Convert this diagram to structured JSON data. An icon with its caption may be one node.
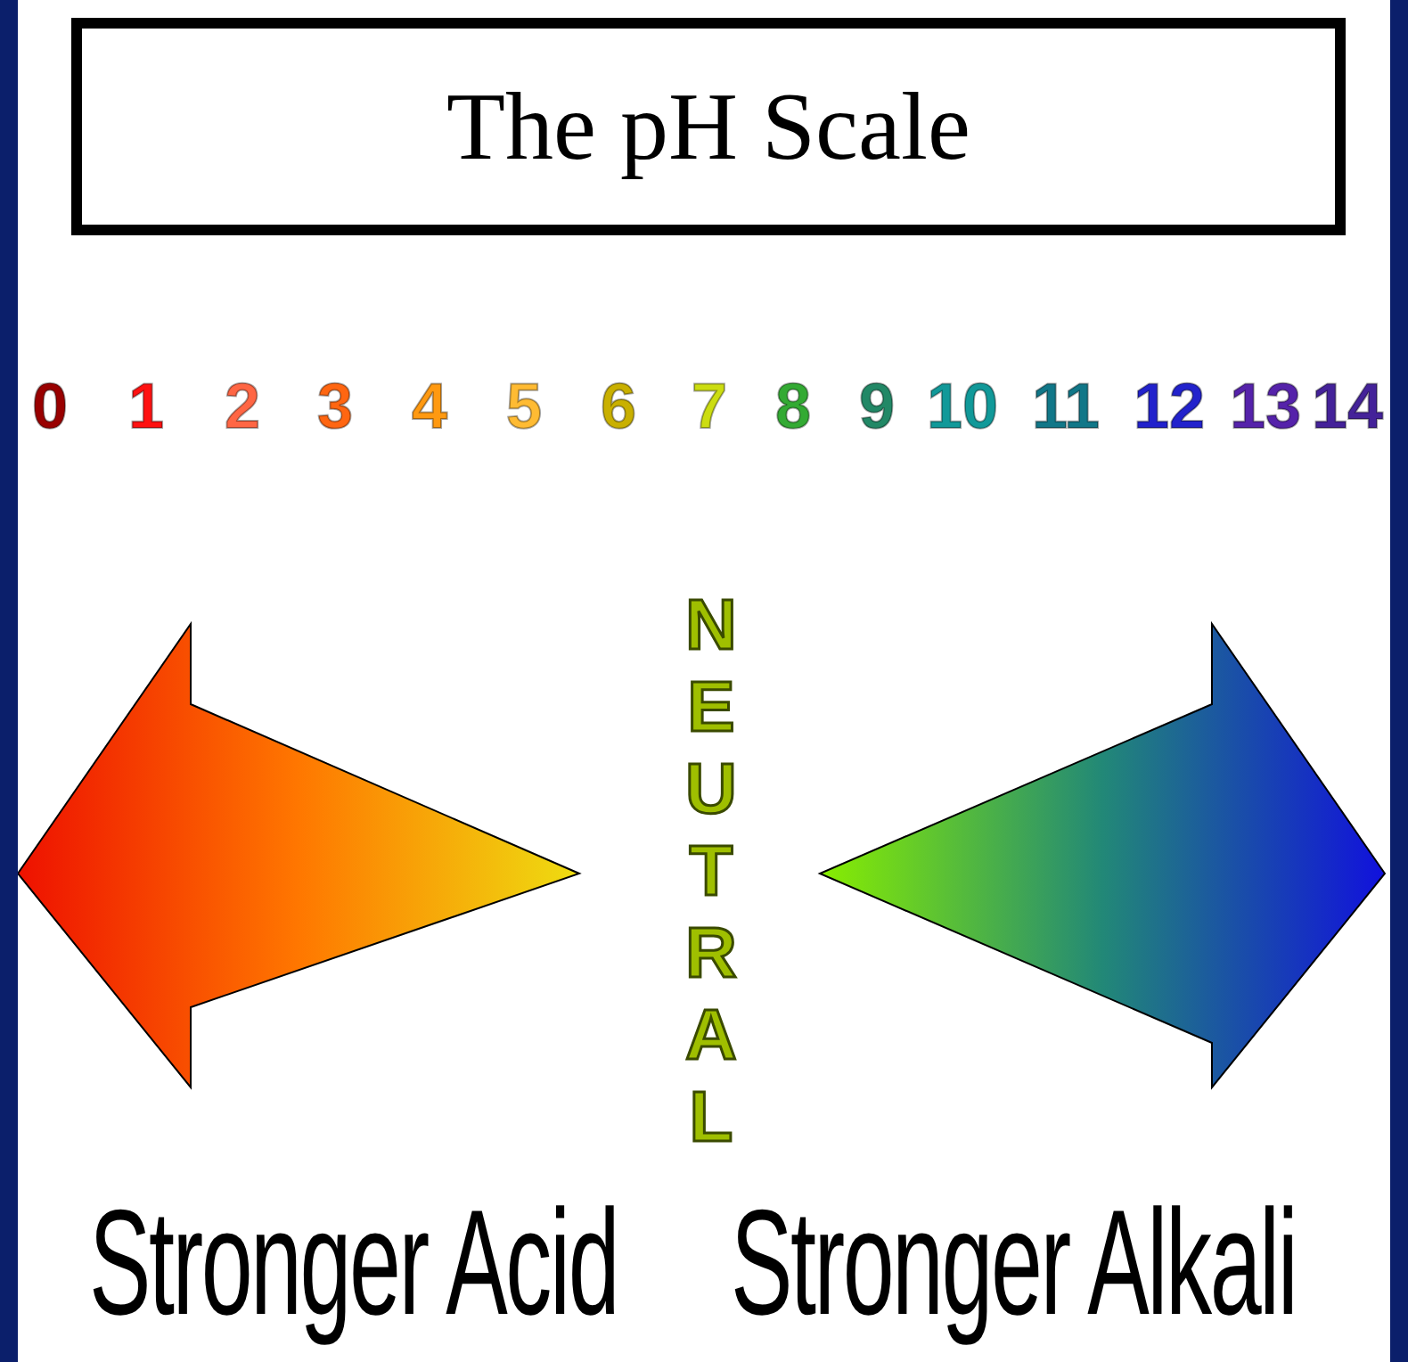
{
  "diagram": {
    "title": "The pH Scale",
    "labels": [
      "0",
      "1",
      "2",
      "3",
      "4",
      "5",
      "6",
      "7",
      "8",
      "9",
      "10",
      "11",
      "12",
      "13",
      "14",
      "NEUTRAL",
      "Stronger Acid",
      "Stronger Alkali"
    ]
  }
}
